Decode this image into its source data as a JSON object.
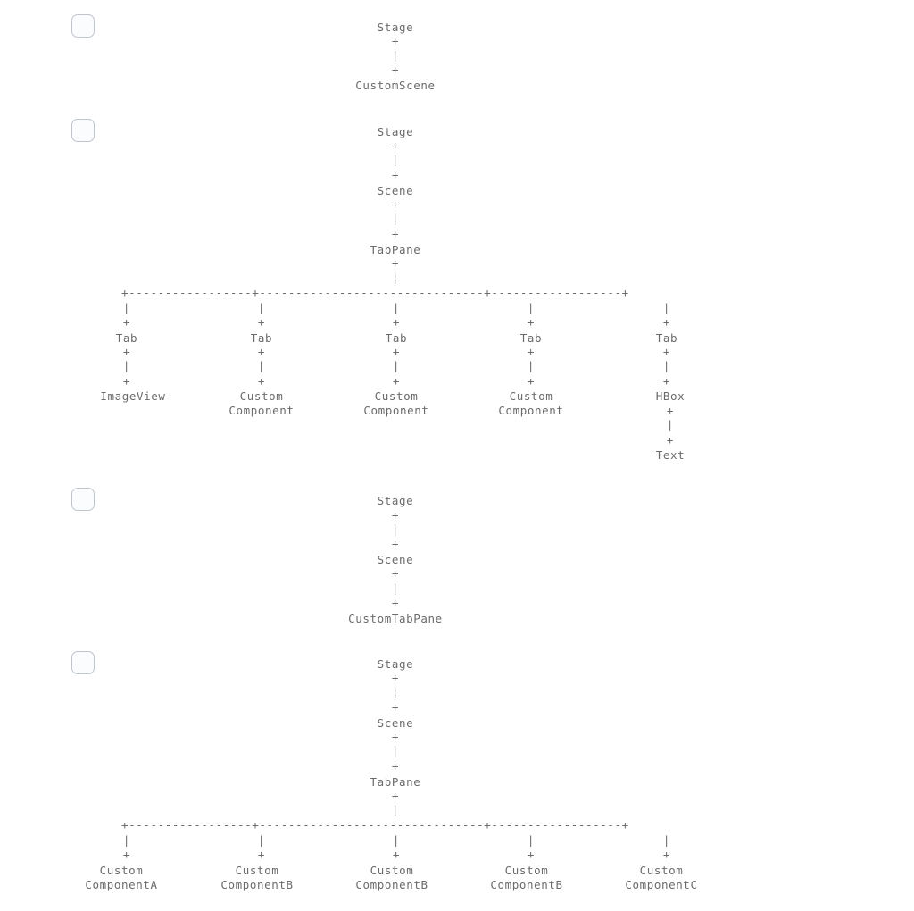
{
  "page": {
    "background": "#ffffff",
    "text_color": "#6b6b6b",
    "marker_border_color": "#bfc4cc",
    "marker_fill_color": "#fbfcfe"
  },
  "glyphs": {
    "connector_plus": "+",
    "connector_pipe": "|",
    "branch_tree_2": "+-----------------+-------------------------------+------------------+",
    "branch_tree_4": "+-----------------+-------------------------------+------------------+"
  },
  "diagrams": [
    {
      "id": "diagram-1",
      "marker_label": "",
      "spine": [
        "Stage",
        "+",
        "|",
        "+",
        "CustomScene"
      ],
      "nodes": {
        "root": "Stage",
        "child": "CustomScene"
      },
      "branches": []
    },
    {
      "id": "diagram-2",
      "marker_label": "",
      "spine": [
        "Stage",
        "+",
        "|",
        "+",
        "Scene",
        "+",
        "|",
        "+",
        "TabPane",
        "+",
        "|"
      ],
      "nodes": {
        "root": "Stage",
        "level2": "Scene",
        "level3": "TabPane"
      },
      "branches": [
        {
          "label": "Tab",
          "leaf": "ImageView"
        },
        {
          "label": "Tab",
          "leaf": "Custom\nComponent"
        },
        {
          "label": "Tab",
          "leaf": "Custom\nComponent"
        },
        {
          "label": "Tab",
          "leaf": "Custom\nComponent"
        },
        {
          "label": "Tab",
          "leaf": "HBox",
          "sub_spine": [
            "+",
            "|",
            "+",
            "Text"
          ],
          "sub_leaf": "Text"
        }
      ]
    },
    {
      "id": "diagram-3",
      "marker_label": "",
      "spine": [
        "Stage",
        "+",
        "|",
        "+",
        "Scene",
        "+",
        "|",
        "+",
        "CustomTabPane"
      ],
      "nodes": {
        "root": "Stage",
        "level2": "Scene",
        "level3": "CustomTabPane"
      },
      "branches": []
    },
    {
      "id": "diagram-4",
      "marker_label": "",
      "spine": [
        "Stage",
        "+",
        "|",
        "+",
        "Scene",
        "+",
        "|",
        "+",
        "TabPane",
        "+",
        "|"
      ],
      "nodes": {
        "root": "Stage",
        "level2": "Scene",
        "level3": "TabPane"
      },
      "branches": [
        {
          "label": "",
          "leaf": "Custom\nComponentA"
        },
        {
          "label": "",
          "leaf": "Custom\nComponentB"
        },
        {
          "label": "",
          "leaf": "Custom\nComponentB"
        },
        {
          "label": "",
          "leaf": "Custom\nComponentB"
        },
        {
          "label": "",
          "leaf": "Custom\nComponentC"
        }
      ]
    }
  ],
  "d1": {
    "n0": "Stage",
    "c0": "+",
    "c1": "|",
    "c2": "+",
    "n1": "CustomScene"
  },
  "d2": {
    "n0": "Stage",
    "c0": "+",
    "c1": "|",
    "c2": "+",
    "n1": "Scene",
    "c3": "+",
    "c4": "|",
    "c5": "+",
    "n2": "TabPane",
    "c6": "+",
    "c7": "|",
    "bar": "+-----------------+-------------------------------+------------------+",
    "pipe_row": "|",
    "plus_row": "+",
    "tab0": "Tab",
    "tab1": "Tab",
    "tab2": "Tab",
    "tab3": "Tab",
    "tab4": "Tab",
    "p0": "+",
    "p1": "|",
    "p2": "+",
    "leaf0": "ImageView",
    "leaf1": "Custom\nComponent",
    "leaf2": "Custom\nComponent",
    "leaf3": "Custom\nComponent",
    "leaf4": "HBox",
    "t0": "+",
    "t1": "|",
    "t2": "+",
    "leaf4b": "Text"
  },
  "d3": {
    "n0": "Stage",
    "c0": "+",
    "c1": "|",
    "c2": "+",
    "n1": "Scene",
    "c3": "+",
    "c4": "|",
    "c5": "+",
    "n2": "CustomTabPane"
  },
  "d4": {
    "n0": "Stage",
    "c0": "+",
    "c1": "|",
    "c2": "+",
    "n1": "Scene",
    "c3": "+",
    "c4": "|",
    "c5": "+",
    "n2": "TabPane",
    "c6": "+",
    "c7": "|",
    "bar": "+-----------------+-------------------------------+------------------+",
    "pipe_row": "|",
    "plus_row": "+",
    "leaf0": "Custom\nComponentA",
    "leaf1": "Custom\nComponentB",
    "leaf2": "Custom\nComponentB",
    "leaf3": "Custom\nComponentB",
    "leaf4": "Custom\nComponentC"
  }
}
